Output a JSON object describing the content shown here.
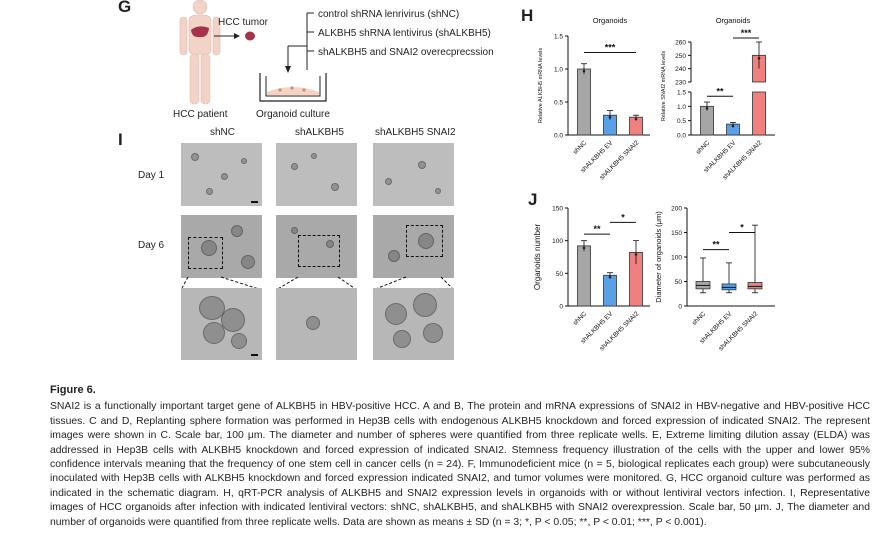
{
  "panels": {
    "G": {
      "letter": "G",
      "hcc_tumor": "HCC tumor",
      "hcc_patient": "HCC patient",
      "organoid_culture": "Organoid culture",
      "conditions": [
        "control shRNA lenrivirus (shNC)",
        "ALKBH5 shRNA lentivirus (shALKBH5)",
        "shALKBH5 and SNAI2 overecprecssion"
      ]
    },
    "I": {
      "letter": "I",
      "columns": [
        "shNC",
        "shALKBH5",
        "shALKBH5 SNAI2"
      ],
      "rows": [
        "Day 1",
        "Day 6"
      ]
    },
    "H": {
      "letter": "H"
    },
    "J": {
      "letter": "J"
    }
  },
  "chart_data": [
    {
      "id": "H-left",
      "type": "bar",
      "title": "Organoids",
      "ylabel": "Relative ALKBH5 mRNA levels",
      "categories": [
        "shNC",
        "shALKBH5 EV",
        "shALKBH5 SNAI2"
      ],
      "values": [
        1.0,
        0.3,
        0.27
      ],
      "errors": [
        0.08,
        0.07,
        0.03
      ],
      "ylim": [
        0,
        1.5
      ],
      "yticks": [
        "0.0",
        "0.5",
        "1.0",
        "1.5"
      ],
      "colors": [
        "#a6a6a6",
        "#5aa0e6",
        "#f07f7f"
      ],
      "significance": [
        "***"
      ]
    },
    {
      "id": "H-right",
      "type": "bar",
      "title": "Organoids",
      "ylabel": "Relative SNAI2 mRNA levels",
      "categories": [
        "shNC",
        "shALKBH5 EV",
        "shALKBH5 SNAI2"
      ],
      "values": [
        1.0,
        0.38,
        250
      ],
      "errors": [
        0.15,
        0.06,
        10
      ],
      "axis_break": true,
      "yticks_lower": [
        "0.0",
        "0.5",
        "1.0",
        "1.5"
      ],
      "yticks_upper": [
        "230",
        "240",
        "250",
        "260"
      ],
      "colors": [
        "#a6a6a6",
        "#5aa0e6",
        "#f07f7f"
      ],
      "significance": [
        "**",
        "***"
      ]
    },
    {
      "id": "J-left",
      "type": "bar",
      "ylabel": "Organoids number",
      "categories": [
        "shNC",
        "shALKBH5 EV",
        "shALKBH5 SNAI2"
      ],
      "values": [
        92,
        47,
        82
      ],
      "errors": [
        8,
        4,
        18
      ],
      "ylim": [
        0,
        150
      ],
      "yticks": [
        "0",
        "50",
        "100",
        "150"
      ],
      "colors": [
        "#a6a6a6",
        "#5aa0e6",
        "#f07f7f"
      ],
      "significance": [
        "**",
        "*"
      ]
    },
    {
      "id": "J-right",
      "type": "box",
      "ylabel": "Diameter of organoids (μm)",
      "categories": [
        "shNC",
        "shALKBH5 EV",
        "shALKBH5 SNAI2"
      ],
      "boxes": [
        {
          "min": 27,
          "q1": 35,
          "median": 42,
          "q3": 50,
          "max": 98
        },
        {
          "min": 27,
          "q1": 33,
          "median": 38,
          "q3": 45,
          "max": 88
        },
        {
          "min": 27,
          "q1": 35,
          "median": 40,
          "q3": 48,
          "max": 165
        }
      ],
      "ylim": [
        0,
        200
      ],
      "yticks": [
        "0",
        "50",
        "100",
        "150",
        "200"
      ],
      "colors": [
        "#a6a6a6",
        "#5aa0e6",
        "#f07f7f"
      ],
      "significance": [
        "**",
        "*"
      ]
    }
  ],
  "caption": {
    "title": "Figure 6.",
    "text": "SNAI2 is a functionally important target gene of ALKBH5 in HBV-positive HCC. A and B, The protein and mRNA expressions of SNAI2 in HBV-negative and HBV-positive HCC tissues. C and D, Replanting sphere formation was performed in Hep3B cells with endogenous ALKBH5 knockdown and forced expression of indicated SNAI2. The represent images were shown in C. Scale bar, 100 μm. The diameter and number of spheres were quantified from three replicate wells. E, Extreme limiting dilution assay (ELDA) was addressed in Hep3B cells with ALKBH5 knockdown and forced expression of indicated SNAI2. Stemness frequency illustration of the cells with the upper and lower 95% confidence intervals meaning that the frequency of one stem cell in cancer cells (n = 24). F, Immunodeficient mice (n = 5, biological replicates each group) were subcutaneously inoculated with Hep3B cells with ALKBH5 knockdown and forced expression indicated SNAI2, and tumor volumes were monitored. G, HCC organoid culture was performed as indicated in the schematic diagram. H, qRT-PCR analysis of ALKBH5 and SNAI2 expression levels in organoids with or without lentiviral vectors infection. I, Representative images of HCC organoids after infection with indicated lentiviral vectors: shNC, shALKBH5, and shALKBH5 with SNAI2 overexpression. Scale bar, 50 μm. J, The diameter and number of organoids were quantified from three replicate wells. Data are shown as means ± SD (n = 3; *, P < 0.05; **, P < 0.01; ***, P < 0.001)."
  }
}
